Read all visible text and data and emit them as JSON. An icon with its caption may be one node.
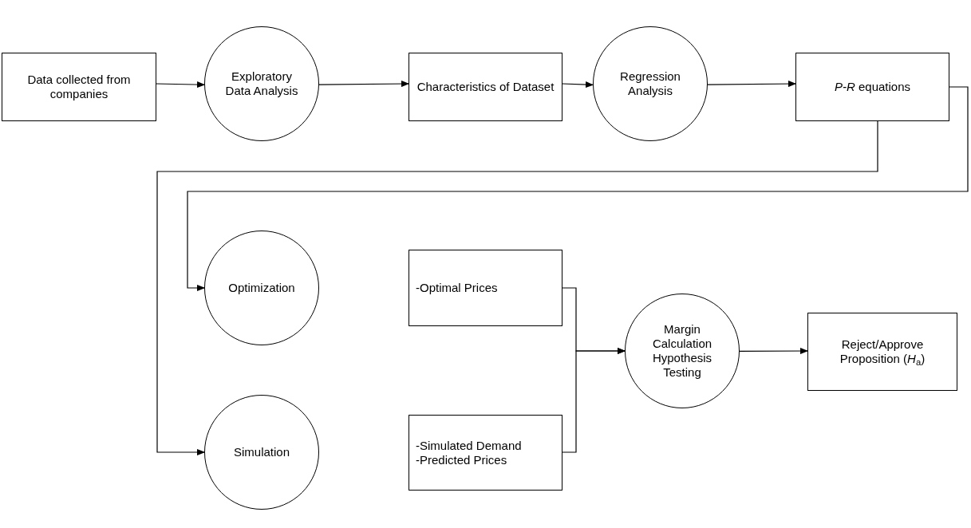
{
  "diagram": {
    "nodes": [
      {
        "text": [
          "Data collected from companies"
        ]
      },
      {
        "text": [
          "Exploratory Data Analysis"
        ]
      },
      {
        "text": [
          "Characteristics of Dataset"
        ]
      },
      {
        "text": [
          "Regression Analysis"
        ]
      },
      {
        "text": [
          "*P-R* equations"
        ]
      },
      {
        "text": [
          "Optimization"
        ]
      },
      {
        "text": [
          "-Optimal Prices"
        ]
      },
      {
        "text": [
          "Simulation"
        ]
      },
      {
        "text": [
          "-Simulated Demand",
          "-Predicted Prices"
        ]
      },
      {
        "text": [
          "Margin Calculation Hypothesis Testing"
        ]
      },
      {
        "text": [
          "Reject/Approve Proposition (*H*$_{a}$)"
        ]
      }
    ],
    "edges": [
      {
        "from": 0,
        "to": 1,
        "arrow": "to"
      },
      {
        "from": 1,
        "to": 2,
        "arrow": "to"
      },
      {
        "from": 2,
        "to": 3,
        "arrow": "to"
      },
      {
        "from": 3,
        "to": 4,
        "arrow": "to"
      },
      {
        "from": 4,
        "to": 5,
        "arrow": "to"
      },
      {
        "from": 4,
        "to": 7,
        "arrow": "to"
      },
      {
        "from": 6,
        "to": 9,
        "arrow": "to"
      },
      {
        "from": 8,
        "to": 9,
        "arrow": "to"
      },
      {
        "from": 9,
        "to": 10,
        "arrow": "to"
      }
    ]
  }
}
